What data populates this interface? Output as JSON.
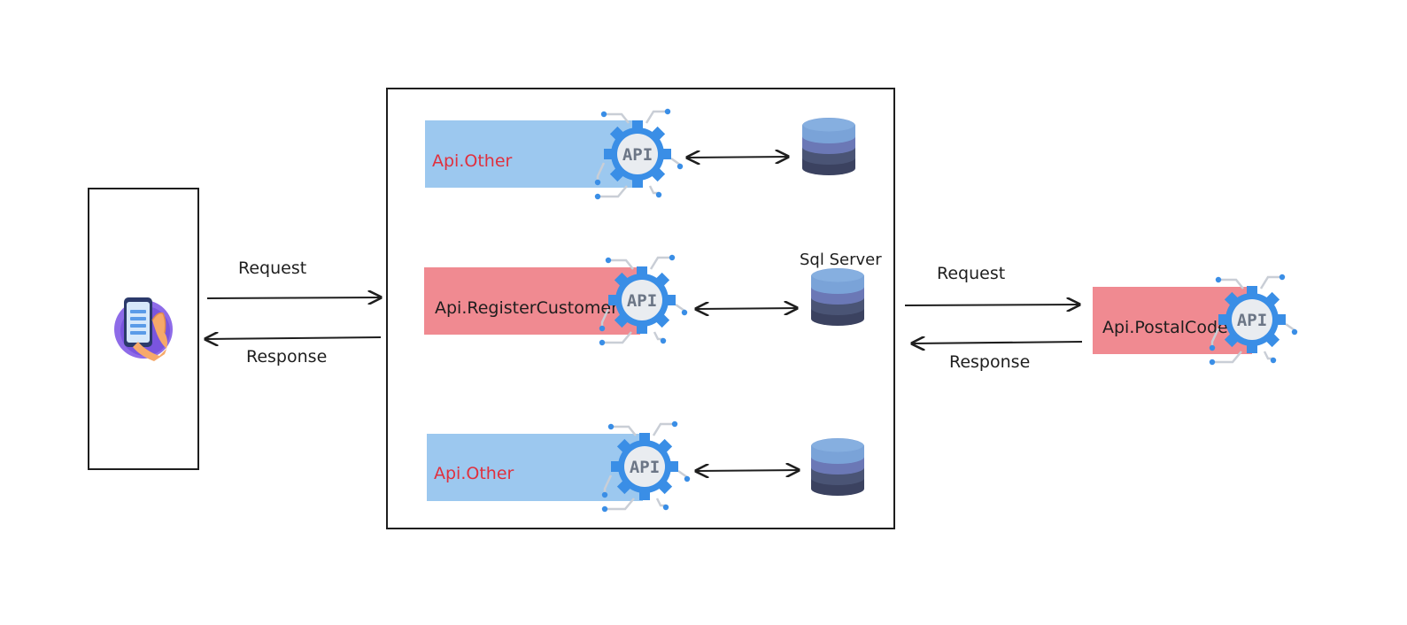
{
  "labels": {
    "api_top": "Api.Other",
    "api_register": "Api.RegisterCustomer",
    "api_bottom": "Api.Other",
    "api_postal": "Api.PostalCode",
    "sql_server": "Sql Server",
    "request_left": "Request",
    "response_left": "Response",
    "request_right": "Request",
    "response_right": "Response",
    "api_badge_1": "API",
    "api_badge_2": "API",
    "api_badge_3": "API",
    "api_badge_4": "API"
  },
  "colors": {
    "api_blue_bar": "#9cc8ef",
    "api_red_bar": "#f08a91",
    "label_red": "#e0303e",
    "label_dark": "#1e1e1e",
    "gear_blue": "#3a8ee6",
    "gear_inner": "#e9ecf0",
    "db_top": "#7aa3d8",
    "db_mid": "#6b78b6",
    "db_dark": "#4a5475",
    "db_base": "#3b4260",
    "border": "#1e1e1e"
  },
  "icons": {
    "client": "mobile-phone-hand-icon",
    "api": "api-gear-icon",
    "database": "database-icon"
  }
}
